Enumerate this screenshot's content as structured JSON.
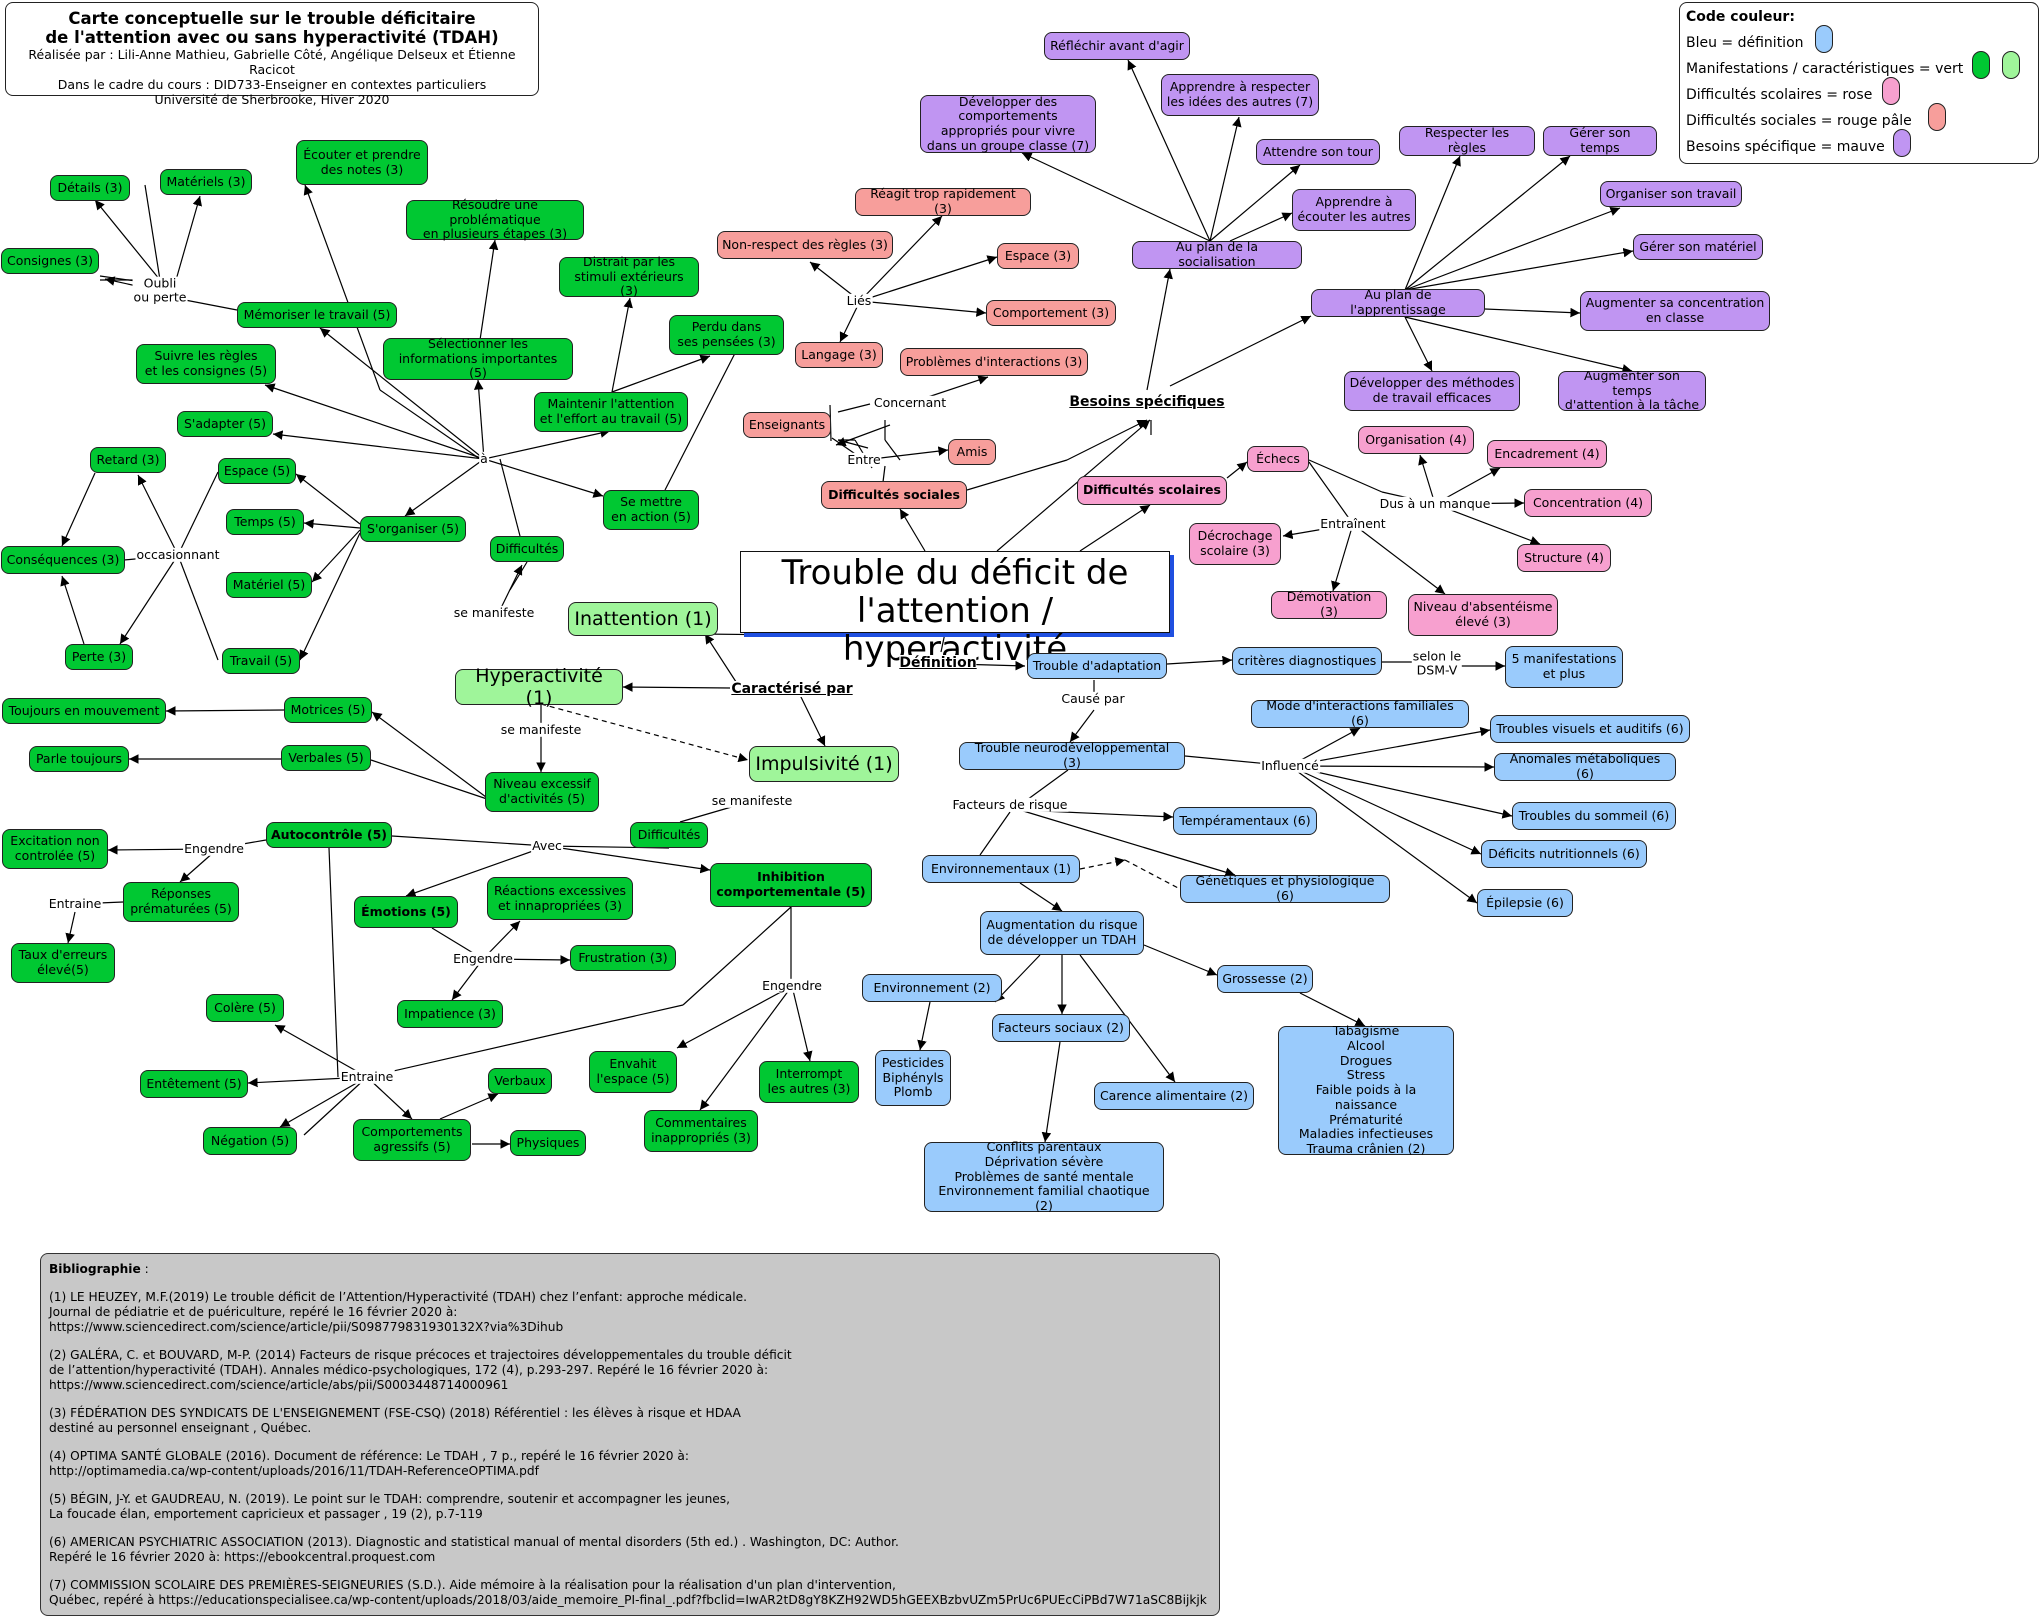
{
  "title": {
    "line1": "Carte conceptuelle sur le trouble déficitaire",
    "line2": "de l'attention avec ou sans hyperactivité (TDAH)",
    "line3": "Réalisée par : Lili-Anne Mathieu, Gabrielle Côté, Angélique Delseux et Étienne Racicot",
    "line4": "Dans le cadre du cours : DID733-Enseigner en contextes particuliers",
    "line5": "Université de Sherbrooke, Hiver 2020"
  },
  "legend": {
    "title": "Code couleur:",
    "blue": "Bleu = définition",
    "green": "Manifestations / caractéristiques = vert",
    "rose": "Difficultés scolaires = rose",
    "pale": "Difficultés sociales = rouge pâle",
    "mauve": "Besoins spécifique = mauve"
  },
  "colors": {
    "green": "#00c832",
    "light_green": "#9ff59a",
    "rose": "#f7a0cf",
    "pale_red": "#f79e9b",
    "blue": "#9acbfc",
    "mauve": "#c095f2",
    "central_shadow": "#1f4fe0",
    "biblio_bg": "#c8c8c8"
  },
  "central": {
    "line1": "Trouble du déficit de",
    "line2": "l'attention / hyperactivité"
  },
  "headings": {
    "caracterise": "Caractérisé par",
    "definition": "Définition",
    "besoins": "Besoins spécifiques"
  },
  "nodes": {
    "details": "Détails (3)",
    "materiels": "Matériels (3)",
    "consignes": "Consignes (3)",
    "ecouter_notes": "Écouter et prendre\ndes notes (3)",
    "resoudre": "Résoudre une problématique\nen plusieurs étapes (3)",
    "distrait": "Distrait par les\nstimuli extérieurs (3)",
    "memoriser": "Mémoriser le travail (5)",
    "perdu": "Perdu dans\nses pensées (3)",
    "suivre_regles": "Suivre les règles\net les consignes (5)",
    "selectionner": "Sélectionner les\ninformations importantes (5)",
    "maintenir": "Maintenir l'attention\net l'effort au travail (5)",
    "sadapter": "S'adapter (5)",
    "retard": "Retard (3)",
    "espace5": "Espace (5)",
    "temps5": "Temps (5)",
    "sorganiser": "S'organiser (5)",
    "se_mettre": "Se mettre\nen action (5)",
    "consequences": "Conséquences (3)",
    "materiel5": "Matériel (5)",
    "difficultes_inatt": "Difficultés",
    "perte": "Perte (3)",
    "travail5": "Travail (5)",
    "inattention": "Inattention (1)",
    "hyperactivite": "Hyperactivité (1)",
    "impulsivite": "Impulsivité (1)",
    "toujours_mouvement": "Toujours en mouvement",
    "motrices": "Motrices (5)",
    "parle_toujours": "Parle toujours",
    "verbales": "Verbales (5)",
    "niveau_excessif": "Niveau excessif\nd'activités (5)",
    "difficultes_imp": "Difficultés",
    "excitation": "Excitation non\ncontrolée (5)",
    "autocontrole": "Autocontrôle (5)",
    "reponses": "Réponses\nprématurées (5)",
    "taux_erreurs": "Taux d'erreurs\nélevé(5)",
    "emotions": "Émotions (5)",
    "reactions": "Réactions excessives\net innapropriées (3)",
    "inhibition": "Inhibition\ncomportementale (5)",
    "frustration": "Frustration (3)",
    "impatience": "Impatience (3)",
    "colere": "Colère (5)",
    "entetement": "Entêtement (5)",
    "negation": "Négation (5)",
    "verbaux": "Verbaux",
    "comportements_agressifs": "Comportements\nagressifs (5)",
    "physiques": "Physiques",
    "envahit": "Envahit\nl'espace (5)",
    "interrompt": "Interrompt\nles autres (3)",
    "commentaires": "Commentaires\ninappropriés (3)",
    "reagit": "Réagit trop rapidement (3)",
    "non_respect": "Non-respect des règles (3)",
    "espace3": "Espace (3)",
    "comportement3": "Comportement (3)",
    "langage": "Langage (3)",
    "problemes_interactions": "Problèmes d'interactions (3)",
    "enseignants": "Enseignants",
    "amis": "Amis",
    "difficultes_sociales": "Difficultés sociales",
    "difficultes_scolaires": "Difficultés scolaires",
    "echecs": "Échecs",
    "organisation4": "Organisation (4)",
    "encadrement": "Encadrement (4)",
    "concentration4": "Concentration (4)",
    "structure": "Structure (4)",
    "decrochage": "Décrochage\nscolaire (3)",
    "demotivation": "Démotivation (3)",
    "absenteisme": "Niveau d'absentéisme\nélevé (3)",
    "reflechir": "Réfléchir avant d'agir",
    "developper_comportements": "Développer des comportements\nappropriés pour vivre\ndans un groupe classe (7)",
    "respecter_idees": "Apprendre à respecter\nles idées des autres (7)",
    "attendre_tour": "Attendre son tour",
    "ecouter_autres": "Apprendre à\nécouter les autres",
    "respecter_regles": "Respecter les règles",
    "gerer_temps": "Gérer son temps",
    "socialisation": "Au plan de la socialisation",
    "organiser_travail": "Organiser son travail",
    "gerer_materiel": "Gérer son matériel",
    "apprentissage": "Au plan de l'apprentissage",
    "augmenter_concentration": "Augmenter sa concentration\nen classe",
    "developper_methodes": "Développer des méthodes\nde travail efficaces",
    "augmenter_temps": "Augmenter son temps\nd'attention à la tâche",
    "trouble_adaptation": "Trouble d'adaptation",
    "criteres": "critères diagnostiques",
    "cinq_manifestations": "5 manifestations\net plus",
    "mode_interactions": "Mode d'interactions familiales (6)",
    "troubles_visuels": "Troubles visuels et auditifs (6)",
    "neurodev": "Trouble neurodéveloppemental (3)",
    "anomalies": "Anomales métaboliques (6)",
    "temperamentaux": "Tempéramentaux (6)",
    "troubles_sommeil": "Troubles du sommeil (6)",
    "deficits_nutritionnels": "Déficits nutritionnels  (6)",
    "environnementaux": "Environnementaux (1)",
    "genetiques": "Génétiques et physiologique (6)",
    "epilepsie": "Épilepsie  (6)",
    "augmentation_risque": "Augmentation du risque\nde développer un TDAH",
    "environnement2": "Environnement (2)",
    "grossesse": "Grossesse (2)",
    "facteurs_sociaux": "Facteurs sociaux (2)",
    "pesticides": "Pesticides\nBiphényls\nPlomb",
    "carence": "Carence alimentaire (2)",
    "tabagisme": "Tabagisme\nAlcool\nDrogues\nStress\nFaible poids à la naissance\nPrématurité\nMaladies infectieuses\nTrauma crânien (2)",
    "conflits": "Conflits parentaux\nDéprivation sévère\nProblèmes de santé mentale\nEnvironnement familial chaotique (2)"
  },
  "link_labels": {
    "oubli": "Oubli\nou perte",
    "a": "à",
    "occasionnant": "occasionnant",
    "se_manifeste_inatt": "se manifeste",
    "se_manifeste_hyper": "se manifeste",
    "se_manifeste_imp": "se manifeste",
    "engendre_auto": "Engendre",
    "entraine_auto": "Entraine",
    "avec": "Avec",
    "engendre_emo": "Engendre",
    "engendre_inhib": "Engendre",
    "entraine_bas": "Entraine",
    "lies": "Liés",
    "concernant": "Concernant",
    "entre": "Entre",
    "dus": "Dus à un manque",
    "entrainent": "Entraînent",
    "selon": "selon le\nDSM-V",
    "cause_par": "Causé par",
    "influence": "Influencé",
    "facteurs_risque": "Facteurs de risque"
  },
  "bibliography": {
    "title": "Bibliographie",
    "ref1": "(1) LE HEUZEY, M.F.(2019) Le trouble déficit de l’Attention/Hyperactivité (TDAH) chez l’enfant: approche médicale.\n Journal de pédiatrie et de puériculture, repéré le 16 février 2020 à:\nhttps://www.sciencedirect.com/science/article/pii/S098779831930132X?via%3Dihub",
    "ref2": "(2) GALÉRA, C. et BOUVARD, M-P. (2014) Facteurs de risque précoces et trajectoires développementales du trouble déficit\nde l’attention/hyperactivité (TDAH). Annales médico-psychologiques, 172 (4), p.293-297. Repéré le 16 février 2020 à:\nhttps://www.sciencedirect.com/science/article/abs/pii/S0003448714000961",
    "ref3": "(3)  FÉDÉRATION DES SYNDICATS DE L'ENSEIGNEMENT (FSE-CSQ) (2018) Référentiel : les élèves à risque et HDAA\ndestiné au personnel enseignant , Québec.",
    "ref4": "(4) OPTIMA SANTÉ GLOBALE (2016). Document de référence: Le TDAH , 7 p., repéré le 16 février 2020 à:\nhttp://optimamedia.ca/wp-content/uploads/2016/11/TDAH-ReferenceOPTIMA.pdf",
    "ref5": "(5) BÉGIN, J-Y. et  GAUDREAU, N. (2019). Le point sur le TDAH: comprendre, soutenir et accompagner les jeunes,\nLa foucade élan, emportement capricieux et passager , 19 (2), p.7-119",
    "ref6": "(6) AMERICAN PSYCHIATRIC ASSOCIATION (2013). Diagnostic and statistical manual of mental disorders (5th ed.) . Washington, DC: Author.\n Repéré le 16 février 2020 à: https://ebookcentral.proquest.com",
    "ref7": "(7) COMMISSION SCOLAIRE DES PREMIÈRES-SEIGNEURIES (S.D.). Aide mémoire à la réalisation pour la réalisation d'un plan d'intervention,\nQuébec, repéré à https://educationspecialisee.ca/wp-content/uploads/2018/03/aide_memoire_PI-final_.pdf?fbclid=IwAR2tD8gY8KZH92WD5hGEEXBzbvUZm5PrUc6PUEcCiPBd7W71aSC8Bijkjk"
  }
}
